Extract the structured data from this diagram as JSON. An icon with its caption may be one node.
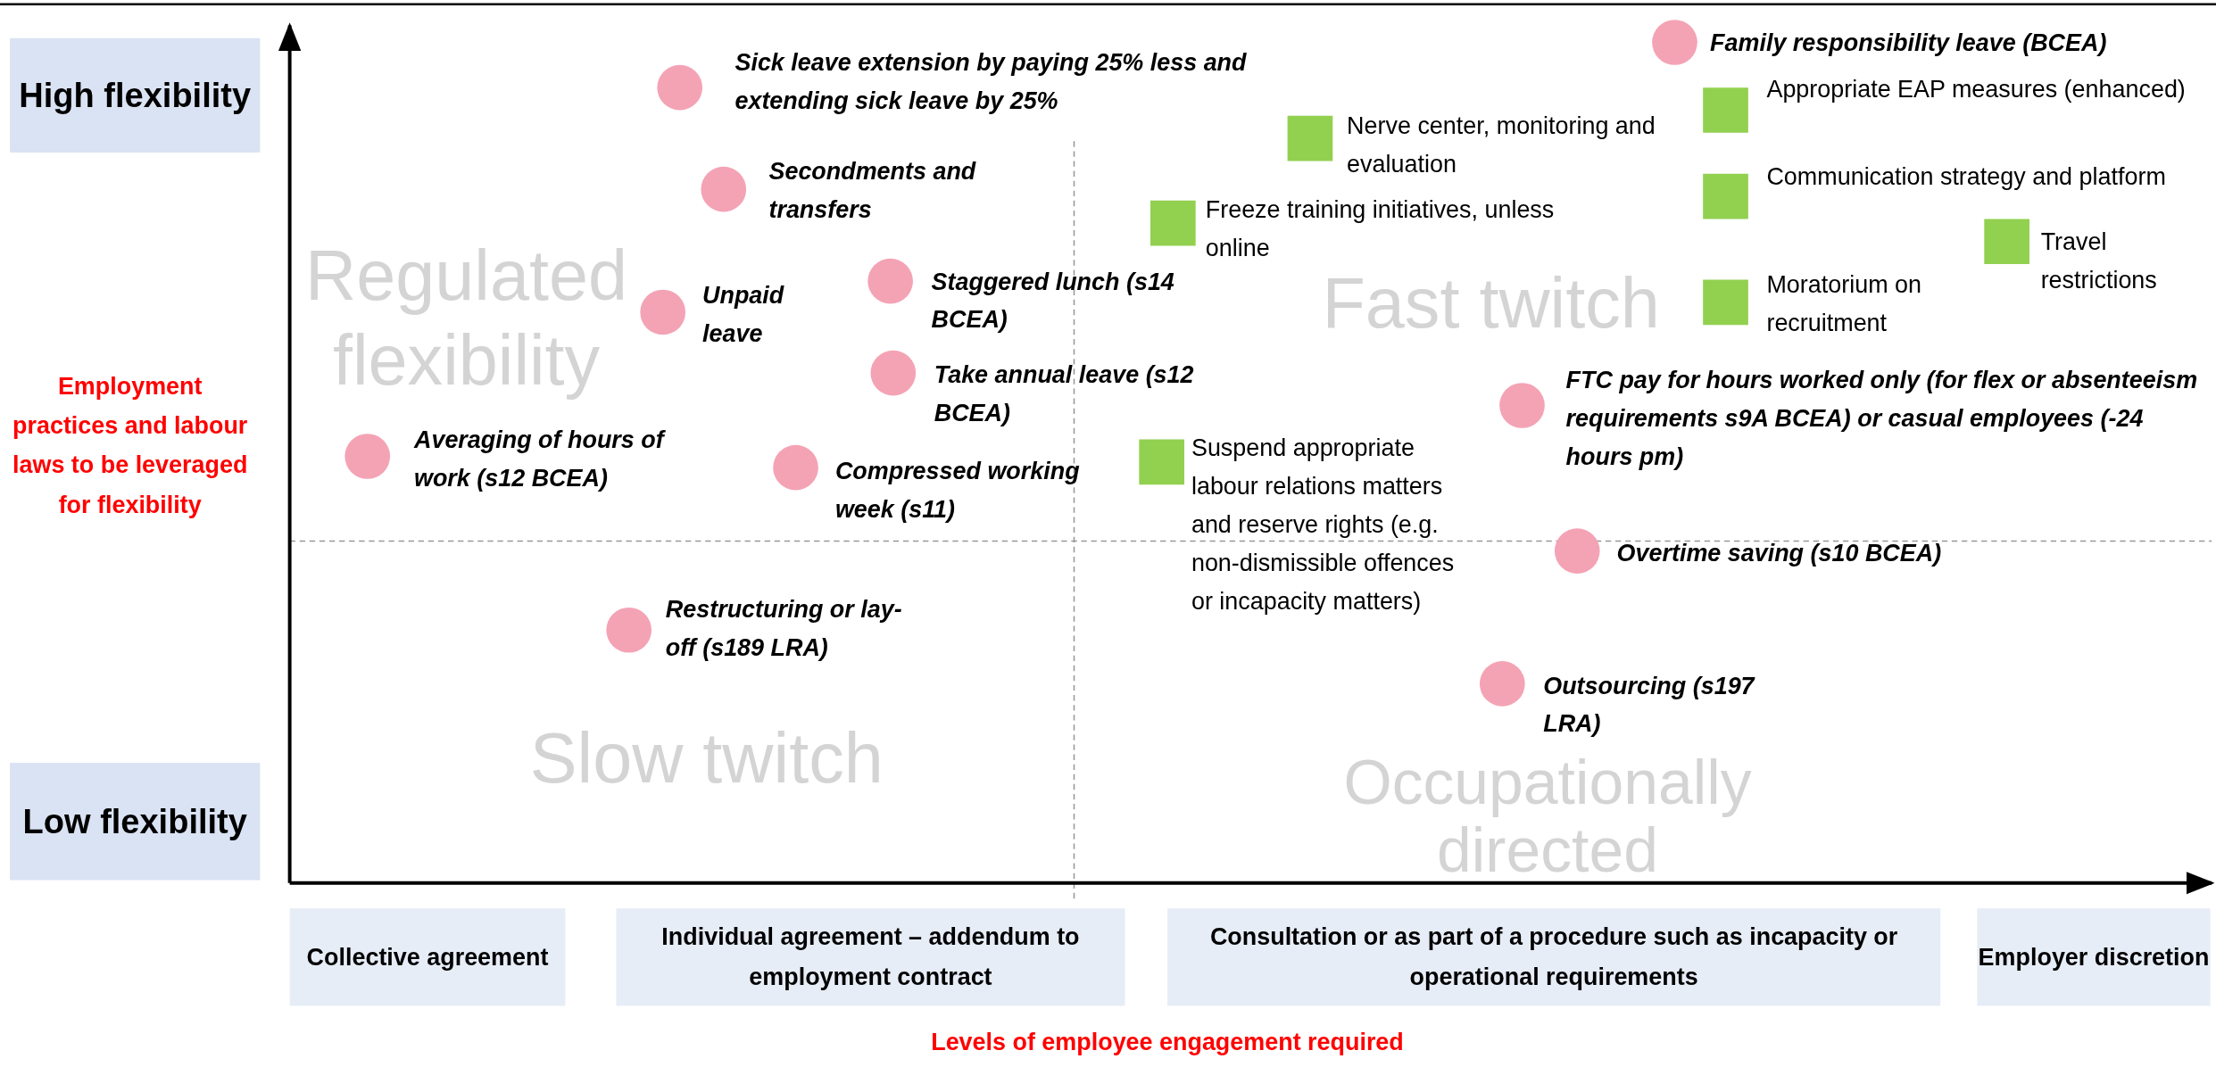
{
  "diagram": {
    "labels": [
      "High flexibility",
      "Sick leave extension by paying 25% less and extending sick leave by 25%",
      "Family responsibility leave (BCEA)",
      "Appropriate EAP measures (enhanced)",
      "Nerve center, monitoring and evaluation",
      "Secondments and transfers",
      "Communication strategy and platform",
      "Freeze training initiatives, unless online",
      "Travel restrictions",
      "Staggered lunch (s14 BCEA)",
      "Regulated flexibility",
      "Fast twitch",
      "Unpaid leave",
      "Moratorium on recruitment",
      "Employment practices and labour laws to be leveraged for flexibility",
      "Take annual leave (s12 BCEA)",
      "FTC pay for hours worked only (for flex or absenteeism requirements s9A BCEA) or casual employees (-24 hours pm)",
      "Averaging of hours of work (s12 BCEA)",
      "Compressed working week (s11)",
      "Suspend appropriate labour relations matters and reserve rights (e.g. non-dismissible offences or incapacity matters)",
      "Overtime saving (s10 BCEA)",
      "Restructuring or lay-off (s189 LRA)",
      "Outsourcing (s197 LRA)",
      "Occupationally directed",
      "Slow twitch",
      "Low flexibility",
      "Collective agreement",
      "Individual agreement – addendum to employment contract",
      "Consultation or as part of a procedure such as incapacity or operational requirements",
      "Employer discretion",
      "Levels of employee engagement required"
    ]
  }
}
